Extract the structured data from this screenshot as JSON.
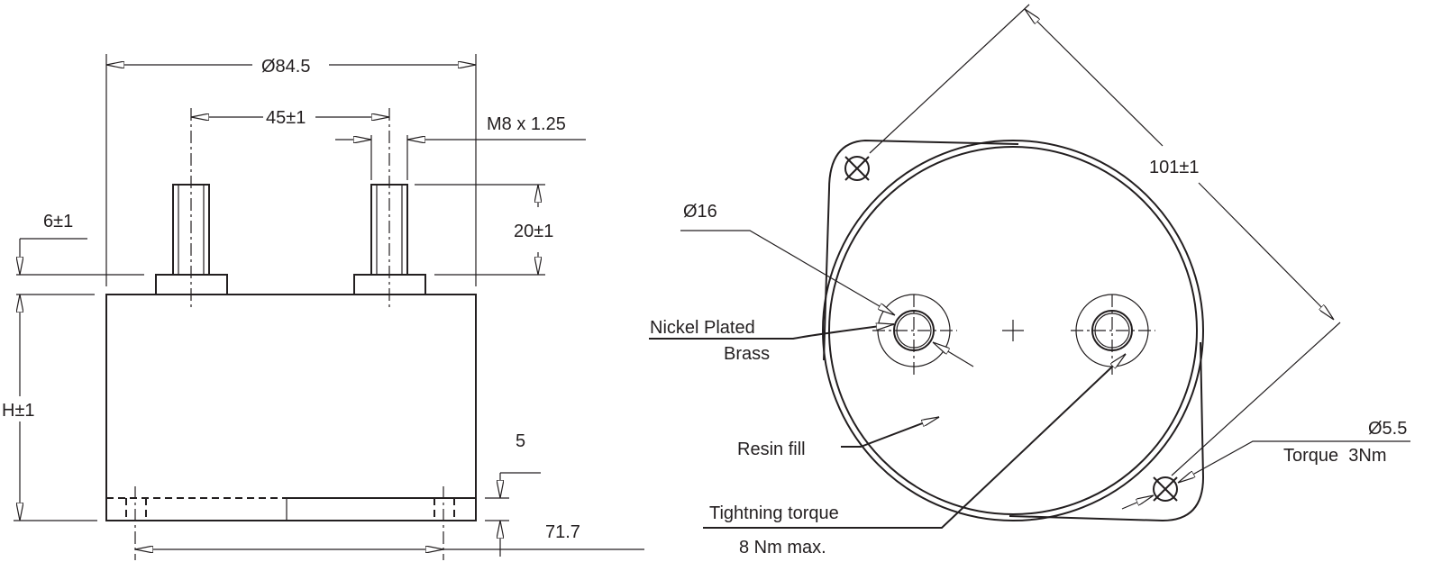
{
  "side_view": {
    "diameter_label": "Ø84.5",
    "terminal_spacing_label": "45±1",
    "thread_label": "M8 x 1.25",
    "stud_height_label": "20±1",
    "washer_height_label": "6±1",
    "height_label": "H±1",
    "base_label": "5",
    "mount_spacing_label": "71.7"
  },
  "top_view": {
    "mount_spacing_label": "101±1",
    "terminal_diameter_label": "Ø16",
    "terminal_material_line1": "Nickel Plated",
    "terminal_material_line2": "Brass",
    "resin_label": "Resin fill",
    "torque_label": "Tightning torque",
    "torque_value": "8 Nm max.",
    "hole_diameter_label": "Ø5.5",
    "hole_torque_label": "Torque  3Nm"
  }
}
